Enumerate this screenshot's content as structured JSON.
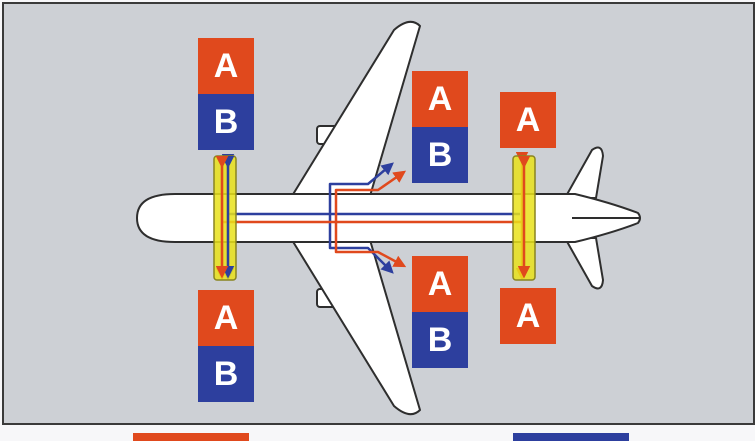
{
  "diagram": {
    "colors": {
      "panel": "#cdd0d5",
      "frame": "#3a3a3a",
      "aircraft": "#ffffff",
      "outline": "#2e2e2e",
      "system_a": "#e0491d",
      "system_b": "#2d3f9e",
      "gear_fill": "#e9e21a",
      "gear_edge": "#8a8420"
    },
    "labels": {
      "nose_upper_a": "A",
      "nose_upper_b": "B",
      "wing_upper_a": "A",
      "wing_upper_b": "B",
      "tail_upper_a": "A",
      "nose_lower_a": "A",
      "nose_lower_b": "B",
      "wing_lower_a": "A",
      "wing_lower_b": "B",
      "tail_lower_a": "A"
    },
    "footer_legend": [
      {
        "name": "legend-swatch-a",
        "color": "#e0491d"
      },
      {
        "name": "legend-swatch-b",
        "color": "#2d3f9e"
      }
    ]
  }
}
